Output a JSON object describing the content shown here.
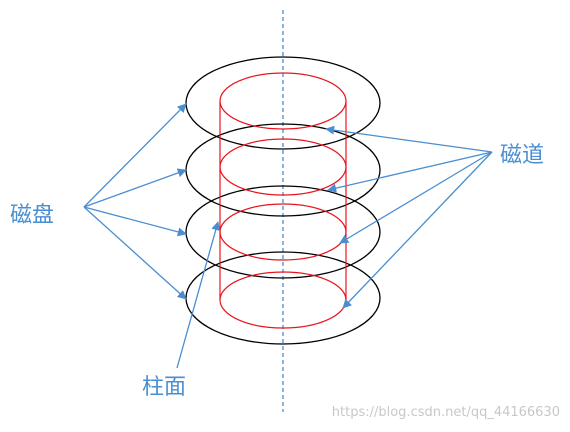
{
  "labels": {
    "platter": "磁盘",
    "track": "磁道",
    "cylinder": "柱面"
  },
  "watermark": "https://blog.csdn.net/qq_44166630",
  "colors": {
    "platter_outline": "#000000",
    "track_outline": "#e8141d",
    "arrow": "#4a8ed0",
    "axis": "#4a8ed0",
    "label": "#4a8ed0",
    "watermark": "#c8c8c8"
  },
  "icons": {
    "pointer": "arrow-icon"
  }
}
